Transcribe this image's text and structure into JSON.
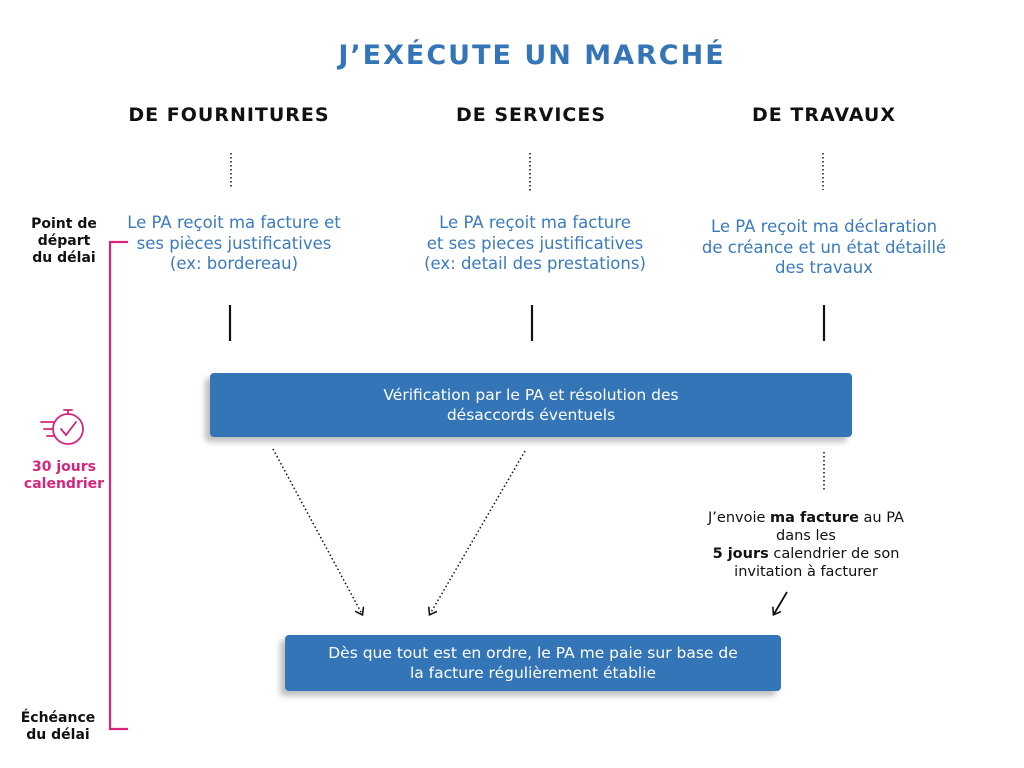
{
  "title": "J’EXÉCUTE UN MARCHÉ",
  "colors": {
    "title": "#3375b7",
    "box": "#3375b7",
    "column_text": "#3a7bbd",
    "accent": "#d6257b"
  },
  "columns": [
    {
      "heading": "DE FOURNITURES",
      "lines": [
        "Le PA reçoit ma facture et",
        "ses pièces justificatives",
        "(ex: bordereau)"
      ]
    },
    {
      "heading": "DE SERVICES",
      "lines": [
        "Le PA reçoit ma facture",
        "et ses pieces justificatives",
        "(ex: detail des prestations)"
      ]
    },
    {
      "heading": "DE TRAVAUX",
      "lines": [
        "Le PA reçoit ma déclaration",
        "de créance et un état détaillé",
        "des travaux"
      ]
    }
  ],
  "timeline": {
    "start_lines": [
      "Point de",
      "départ",
      "du délai"
    ],
    "duration_lines": [
      "30 jours",
      "calendrier"
    ],
    "end_lines": [
      "Échéance",
      "du délai"
    ],
    "icon": "stopwatch-check-icon"
  },
  "verification_box": {
    "lines": [
      "Vérification par le PA et résolution des",
      "désaccords éventuels"
    ]
  },
  "invoice_note": {
    "line1_pre": "J’envoie ",
    "line1_bold": "ma facture",
    "line1_post": " au PA",
    "line2": "dans les",
    "line3_bold": "5 jours",
    "line3_post": " calendrier de son",
    "line4": "invitation à facturer"
  },
  "payment_box": {
    "lines": [
      "Dès que tout est en ordre, le PA me paie sur base de",
      "la facture régulièrement établie"
    ]
  }
}
